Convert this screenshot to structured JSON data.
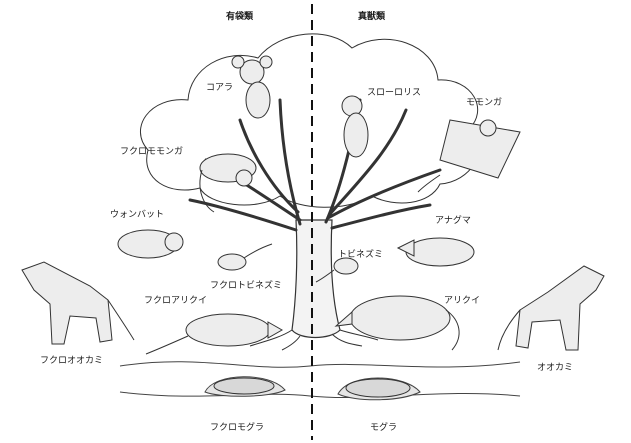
{
  "headers": {
    "left": "有袋類",
    "right": "真獣類"
  },
  "labels": {
    "koala": "コアラ",
    "slow_loris": "スローロリス",
    "flying_squirrel": "モモンガ",
    "sugar_glider": "フクロモモンガ",
    "wombat": "ウォンバット",
    "badger": "アナグマ",
    "marsupial_mouse": "フクロトビネズミ",
    "jerboa": "トビネズミ",
    "thylacine": "フクロオオカミ",
    "numbat": "フクロアリクイ",
    "anteater": "アリクイ",
    "wolf": "オオカミ",
    "marsupial_mole": "フクロモグラ",
    "mole": "モグラ"
  },
  "colors": {
    "ink": "#1a1a1a",
    "background": "#ffffff"
  }
}
